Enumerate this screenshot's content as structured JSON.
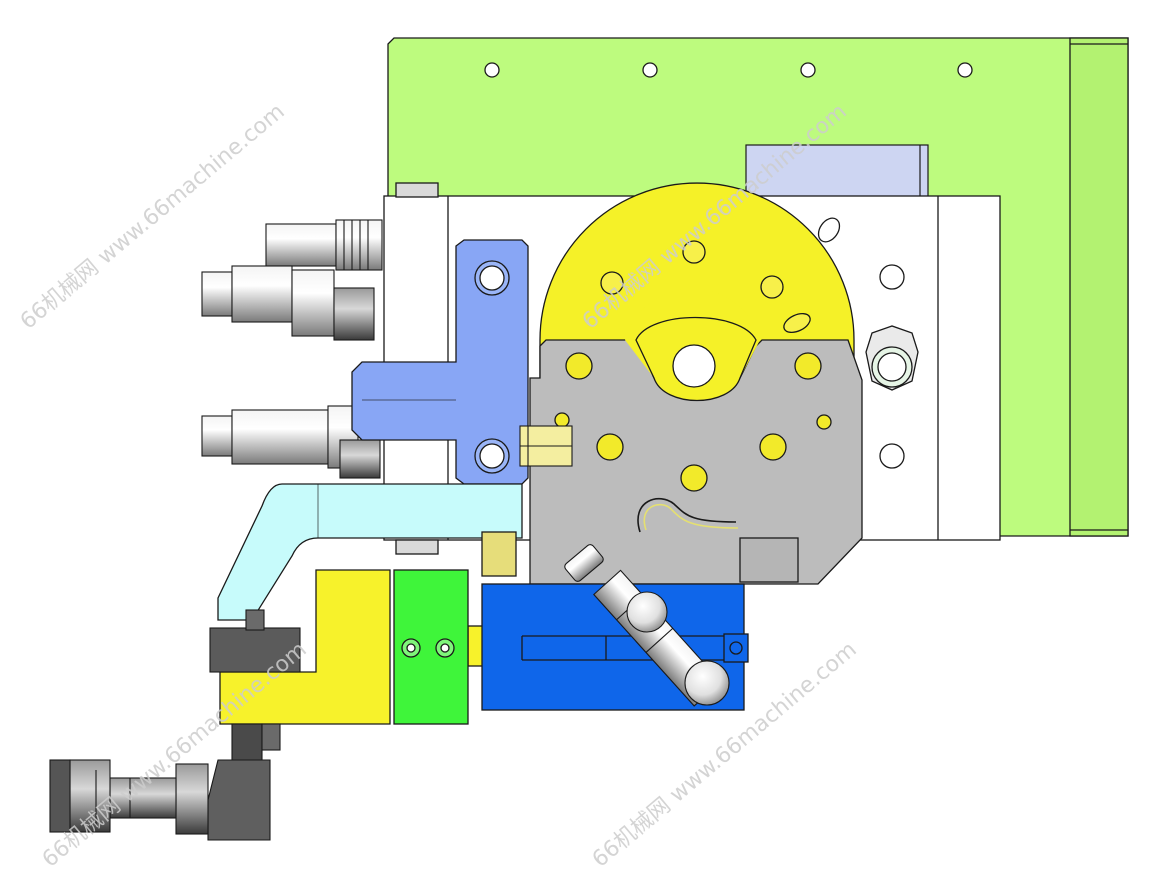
{
  "watermark": {
    "text": "66机械网 www.66machine.com",
    "text_short": "66machine.com"
  },
  "colors": {
    "outline": "#1a1a1a",
    "green_plate": "#bdfb7e",
    "white_block": "#ffffff",
    "lavender_window": "#cdd5f2",
    "blue_bracket": "#88a6f5",
    "yellow_disc": "#f5f128",
    "gray_cam": "#bcbcbc",
    "cyan_arm": "#c7fbfb",
    "yellow_block": "#f7f22b",
    "green_block": "#3ff53a",
    "blue_base": "#0f66ea",
    "dark_gray": "#555555",
    "watermark": "#c8c8c8"
  },
  "icons": {
    "mounting_hole": "circle",
    "bolt": "cylinder",
    "pneumatic_fitting": "cylinder",
    "spring_clip": "wire"
  }
}
